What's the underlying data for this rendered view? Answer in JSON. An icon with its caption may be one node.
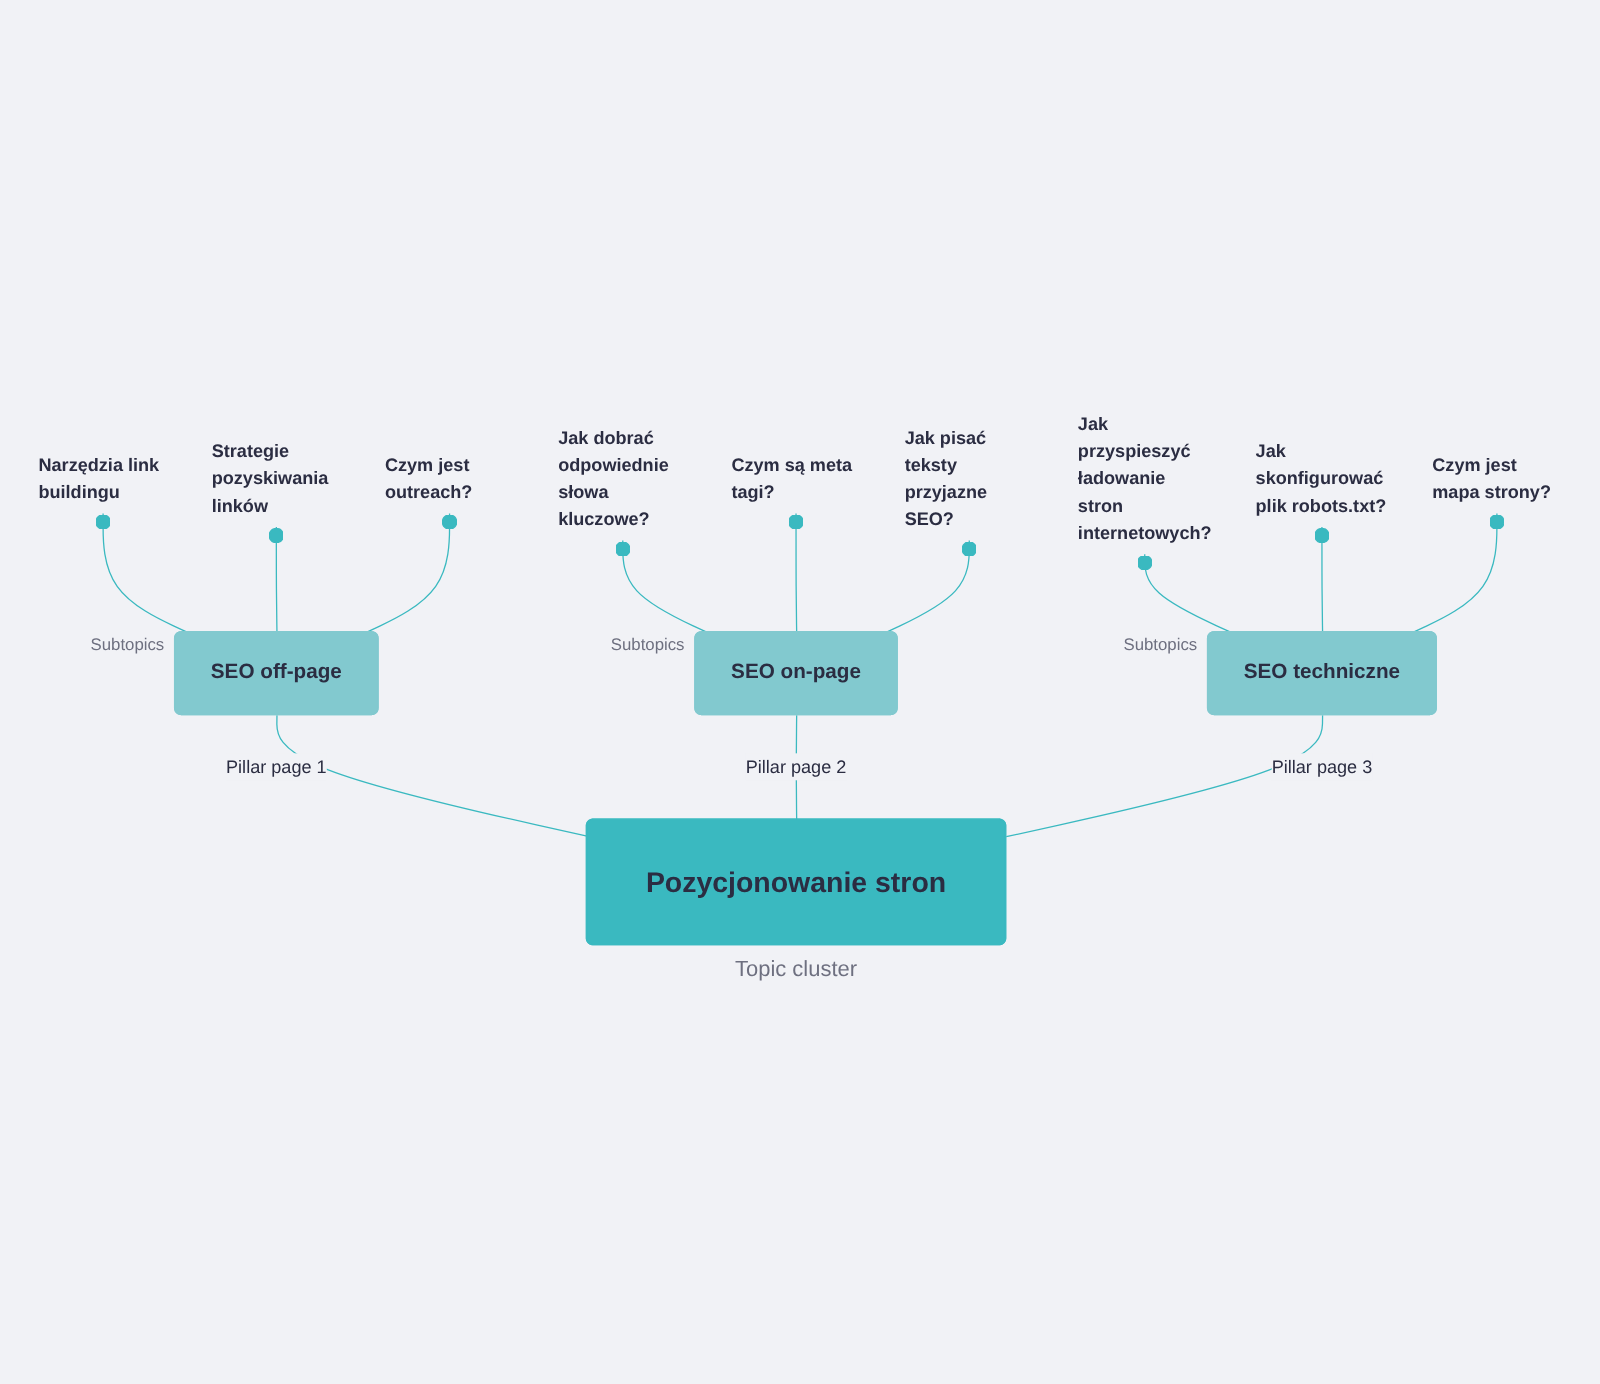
{
  "diagram": {
    "nodes": [
      {
        "text": [
          "SEO off-page"
        ],
        "beside": [
          "Subtopics"
        ]
      },
      {
        "text": [
          "Narzędzia link buildingu"
        ]
      },
      {
        "text": [
          "Strategie pozyskiwania linków"
        ]
      },
      {
        "text": [
          "Czym jest outreach?"
        ]
      },
      {
        "text": [
          "SEO on-page"
        ],
        "beside": [
          "Subtopics"
        ]
      },
      {
        "text": [
          "Jak dobrać odpowiednie słowa kluczowe?"
        ]
      },
      {
        "text": [
          "Czym są meta tagi?"
        ]
      },
      {
        "text": [
          "Jak pisać teksty przyjazne SEO?"
        ]
      },
      {
        "text": [
          "SEO techniczne"
        ],
        "beside": [
          "Subtopics"
        ]
      },
      {
        "text": [
          "Jak przyspieszyć ładowanie stron internetowych?"
        ]
      },
      {
        "text": [
          "Jak skonfigurować plik robots.txt?"
        ]
      },
      {
        "text": [
          "Czym jest mapa strony?"
        ]
      },
      {
        "text": [
          "Pozycjonowanie stron"
        ],
        "beside": [
          "Topic cluster"
        ]
      }
    ],
    "edges": [
      {
        "from": 0,
        "to": 1,
        "arrow": "other"
      },
      {
        "from": 0,
        "to": 2,
        "arrow": "other"
      },
      {
        "from": 0,
        "to": 3,
        "arrow": "other"
      },
      {
        "from": 4,
        "to": 5,
        "arrow": "other"
      },
      {
        "from": 4,
        "to": 6,
        "arrow": "other"
      },
      {
        "from": 4,
        "to": 7,
        "arrow": "other"
      },
      {
        "from": 8,
        "to": 9,
        "arrow": "other"
      },
      {
        "from": 8,
        "to": 10,
        "arrow": "other"
      },
      {
        "from": 8,
        "to": 11,
        "arrow": "other"
      },
      {
        "from": 12,
        "to": 0,
        "arrow": "none",
        "label": "Pillar page 1"
      },
      {
        "from": 12,
        "to": 4,
        "arrow": "none",
        "label": "Pillar page 2"
      },
      {
        "from": 12,
        "to": 8,
        "arrow": "none",
        "label": "Pillar page 3"
      }
    ]
  }
}
